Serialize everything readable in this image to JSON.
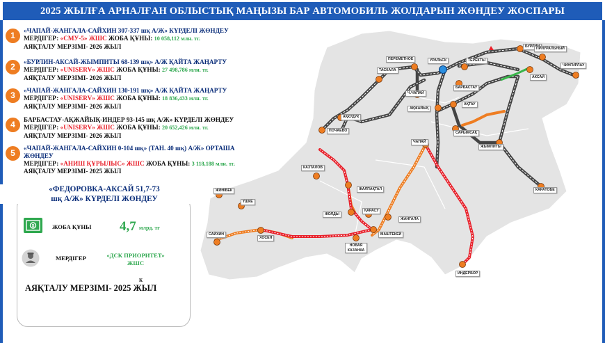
{
  "title": "2025 ЖЫЛҒА АРНАЛҒАН ОБЛЫСТЫҚ МАҢЫЗЫ БАР АВТОМОБИЛЬ ЖОЛДАРЫН ЖӨНДЕУ ЖОСПАРЫ",
  "labels": {
    "contractor": "МЕРДІГЕР:",
    "cost": "ЖОБА ҚҰНЫ:"
  },
  "projects": [
    {
      "num": "1",
      "name": "«ЧАПАЙ-ЖАНГАЛА-САЙХИН 307-337 шқ А/Ж» КҮРДЕЛІ ЖӨНДЕУ",
      "contractor": "«СМУ-5» ЖШС",
      "cost": "10 058,112 млн. тг.",
      "deadline": "АЯҚТАЛУ МЕРЗІМІ- 2026 ЖЫЛ"
    },
    {
      "num": "2",
      "name": "«БУРЛИН-АКСАЙ-ЖЫМПИТЫ 68-139 шқ» А/Ж ҚАЙТА ЖАҢАРТУ",
      "contractor": "«UNISERV» ЖШС",
      "cost": "27 498,786 млн. тг.",
      "deadline": "АЯҚТАЛУ МЕРЗІМІ- 2026 ЖЫЛ"
    },
    {
      "num": "3",
      "name": "«ЧАПАЙ-ЖАНГАЛА-САЙХИН 130-191 шқ» А/Ж ҚАЙТА ЖАҢАРТУ",
      "contractor": "«UNISERV» ЖШС",
      "cost": "18 836,433 млн. тг.",
      "deadline": "АЯҚТАЛУ МЕРЗІМІ- 2026 ЖЫЛ"
    },
    {
      "num": "4",
      "name": "БАРБАСТАУ-АҚЖАЙЫҚ-ИНДЕР 93-145 шқ А/Ж» КҮРДЕЛІ ЖӨНДЕУ",
      "contractor": "«UNISERV» ЖШС",
      "cost": "20 652,426 млн. тг.",
      "deadline": "АЯҚТАЛУ МЕРЗІМІ- 2026 ЖЫЛ"
    },
    {
      "num": "5",
      "name": "«ЧАПАЙ-ЖАНГАЛА-САЙХИН 0-104 шқ» (ТАН. 40 шқ) А/Ж» ОРТАША ЖӨНДЕУ",
      "contractor": "«АНИШ ҚҰРЫЛЫС» ЖШС",
      "cost": "3 118,188 млн. тг.",
      "deadline": "АЯҚТАЛУ МЕРЗІМІ- 2025 ЖЫЛ"
    }
  ],
  "feature": {
    "title_line1": "«ФЕДОРОВКА-АКСАЙ 51,7-73",
    "title_line2": "шқ А/Ж» КҮРДЕЛІ ЖӨНДЕУ",
    "cost_label": "ЖОБА ҚҰНЫ",
    "cost_value": "4,7",
    "cost_unit": "млрд. тг",
    "contractor_label": "МЕРДІГЕР",
    "contractor_line1": "«ДСК ПРИОРИТЕТ»",
    "contractor_line2": "ЖШС",
    "deadline": "АЯҚТАЛУ МЕРЗІМІ- 2025 ЖЫЛ",
    "deadline_mark": "К"
  },
  "cities": [
    {
      "id": "burlin",
      "name": "БУРЛИН"
    },
    {
      "id": "priuralny",
      "name": "ПРИУРАЛЬНЫЙ"
    },
    {
      "id": "chingirlau",
      "name": "ЧИНГИРЛАУ"
    },
    {
      "id": "aksai",
      "name": "АКСАЙ"
    },
    {
      "id": "terekti",
      "name": "ТЕРЕКТЫ"
    },
    {
      "id": "uralsk",
      "name": "УРАЛЬСК"
    },
    {
      "id": "peremetnoe",
      "name": "ПЕРЕМЕТНОЕ"
    },
    {
      "id": "taskala",
      "name": "ТАСКАЛА"
    },
    {
      "id": "barbastau",
      "name": "БАРБАСТАУ"
    },
    {
      "id": "chapaev_n",
      "name": "Ч.ЧАПАЙ"
    },
    {
      "id": "akzhaik",
      "name": "АҚЖАЙЫҚ"
    },
    {
      "id": "aktau",
      "name": "АҚТАУ"
    },
    {
      "id": "sarymsak",
      "name": "САРЫМСАҚ"
    },
    {
      "id": "zhympity",
      "name": "ЖЫМПИТЫ"
    },
    {
      "id": "karatobe",
      "name": "КАРАТОБЕ"
    },
    {
      "id": "chapai",
      "name": "ЧАПАЙ"
    },
    {
      "id": "pochaevo",
      "name": "ПОЧАЕВО"
    },
    {
      "id": "akkuduk",
      "name": "АҚКУДУК"
    },
    {
      "id": "kaztalov",
      "name": "КАЗТАЛОВ"
    },
    {
      "id": "zhalpaktal",
      "name": "ЖАЛПАҚТАЛ"
    },
    {
      "id": "zhanibek",
      "name": "ЖӘНІБЕК"
    },
    {
      "id": "uzhyn",
      "name": "ҮШКЕ"
    },
    {
      "id": "zholdybai",
      "name": "ЖОЛДЫ"
    },
    {
      "id": "karasu",
      "name": "ҚАРАСУ"
    },
    {
      "id": "zhangala",
      "name": "ЖАНГАЛА"
    },
    {
      "id": "mashtekesh",
      "name": "МАШТЕКЕЙ"
    },
    {
      "id": "saikhin",
      "name": "САЙХИН"
    },
    {
      "id": "hosen",
      "name": "ХОСЕН"
    },
    {
      "id": "novaya_kazanka",
      "name": "НОВАЯ КАЗАНКА"
    },
    {
      "id": "inderbor",
      "name": "ИНДЕРБОР"
    }
  ]
}
